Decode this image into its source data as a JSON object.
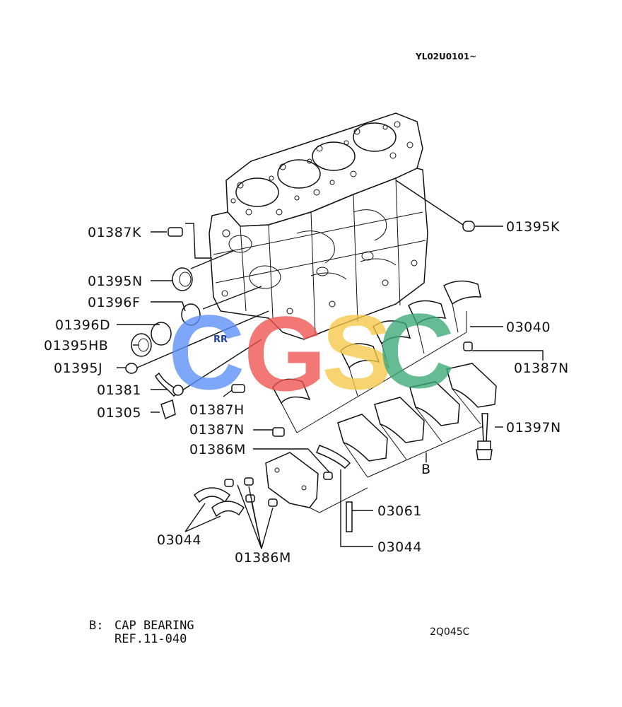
{
  "header": {
    "ref_code": "YL02U0101~"
  },
  "figure_id": "2Q045C",
  "note": {
    "key": "B:",
    "line1": "CAP BEARING",
    "line2": "REF.11-040"
  },
  "callout_b": "B",
  "rr_label": "RR",
  "watermark": {
    "letters": [
      "C",
      "G",
      "S",
      "C"
    ],
    "colors": [
      "#5b8ff9",
      "#ef5350",
      "#f7c948",
      "#3aa876"
    ]
  },
  "parts": {
    "p01387K": "01387K",
    "p01395K": "01395K",
    "p01395N": "01395N",
    "p01396F": "01396F",
    "p01396D": "01396D",
    "p01395HB": "01395HB",
    "p01395J": "01395J",
    "p01381": "01381",
    "p01305": "01305",
    "p01387H": "01387H",
    "p01387N_a": "01387N",
    "p01387N_b": "01387N",
    "p01386M_a": "01386M",
    "p01386M_b": "01386M",
    "p03040": "03040",
    "p01397N": "01397N",
    "p03061": "03061",
    "p03044_a": "03044",
    "p03044_b": "03044"
  }
}
